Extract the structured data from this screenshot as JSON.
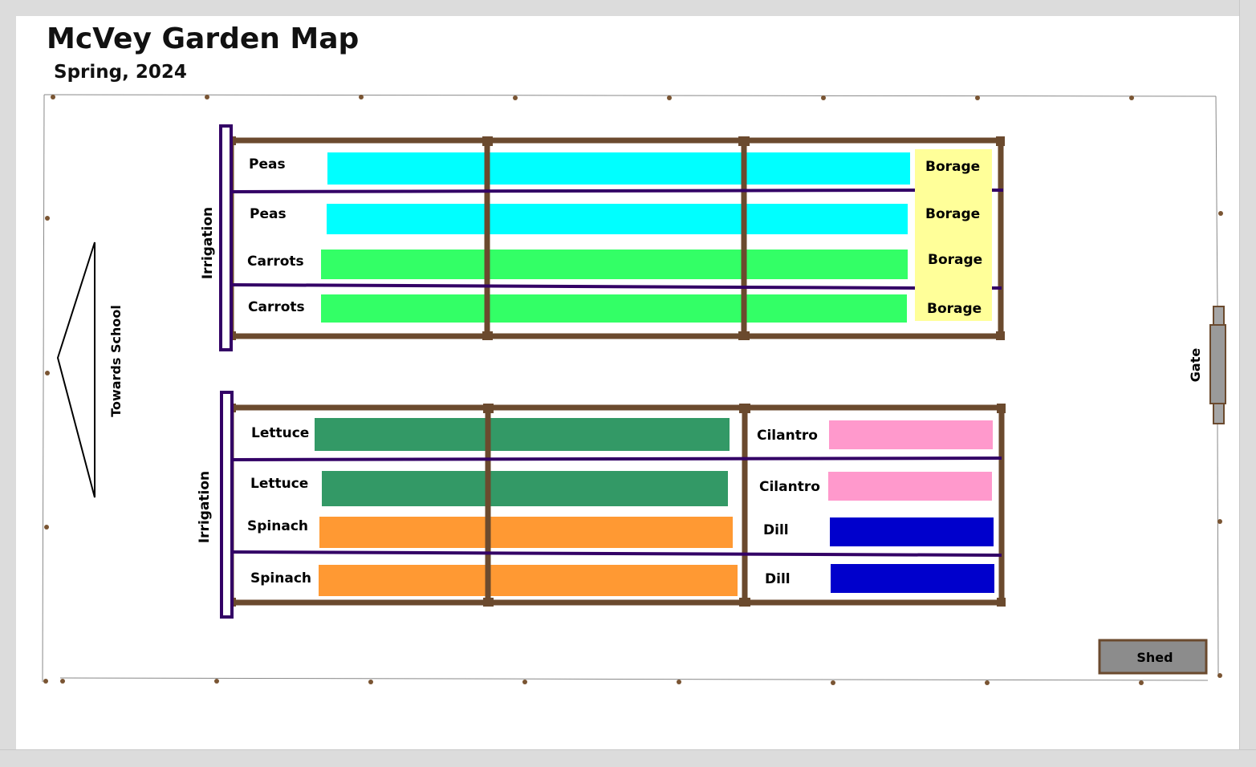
{
  "title": "McVey Garden Map",
  "subtitle": "Spring, 2024",
  "labels": {
    "towards_school": "Towards School",
    "irrigation_top": "Irrigation",
    "irrigation_bottom": "Irrigation",
    "gate": "Gate",
    "shed": "Shed"
  },
  "colors": {
    "peas": "#00ffff",
    "carrots": "#33ff66",
    "borage": "#ffff99",
    "lettuce": "#339966",
    "spinach": "#ff9933",
    "cilantro": "#ff99cc",
    "dill": "#0000cc",
    "bed_frame": "#6b4a2e",
    "irrigation": "#330066",
    "shed": "#8c8c8c"
  },
  "beds": {
    "top": {
      "rows": [
        {
          "label": "Peas",
          "crop": "peas",
          "companion": "Borage"
        },
        {
          "label": "Peas",
          "crop": "peas",
          "companion": "Borage"
        },
        {
          "label": "Carrots",
          "crop": "carrots",
          "companion": "Borage"
        },
        {
          "label": "Carrots",
          "crop": "carrots",
          "companion": "Borage"
        }
      ]
    },
    "bottom": {
      "rows": [
        {
          "label": "Lettuce",
          "crop": "lettuce",
          "companion": "Cilantro",
          "companion_crop": "cilantro"
        },
        {
          "label": "Lettuce",
          "crop": "lettuce",
          "companion": "Cilantro",
          "companion_crop": "cilantro"
        },
        {
          "label": "Spinach",
          "crop": "spinach",
          "companion": "Dill",
          "companion_crop": "dill"
        },
        {
          "label": "Spinach",
          "crop": "spinach",
          "companion": "Dill",
          "companion_crop": "dill"
        }
      ]
    }
  }
}
